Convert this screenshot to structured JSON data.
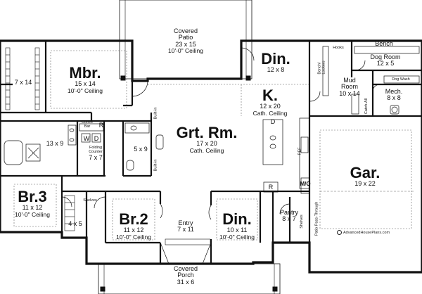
{
  "rooms": {
    "patio": {
      "name": "Covered\nPatio",
      "dims": "23 x 15",
      "ceiling": "10'-0\" Ceiling"
    },
    "mbr": {
      "name": "Mbr.",
      "dims": "15 x 14",
      "ceiling": "10'-0\" Ceiling"
    },
    "closet_mbr": {
      "dims": "7 x 14"
    },
    "din_top": {
      "name": "Din.",
      "dims": "12 x 8"
    },
    "kitchen": {
      "name": "K.",
      "dims": "12 x 20",
      "ceiling": "Cath. Ceiling"
    },
    "mud": {
      "name": "Mud\nRoom",
      "dims": "10 x 14"
    },
    "dog": {
      "name": "Dog Room",
      "dims": "12 x 5"
    },
    "mech": {
      "name": "Mech.",
      "dims": "8 x 8"
    },
    "grt": {
      "name": "Grt. Rm.",
      "dims": "17 x 20",
      "ceiling": "Cath. Ceiling"
    },
    "bath": {
      "dims": "13 x 9"
    },
    "folding": {
      "name": "Folding\nCounter",
      "dims": "7 x 7"
    },
    "wc": {
      "dims": "5 x 9"
    },
    "br3": {
      "name": "Br.3",
      "dims": "11 x 12",
      "ceiling": "10'-0\" Ceiling"
    },
    "closet_br3": {
      "dims": "4 x 5"
    },
    "br2": {
      "name": "Br.2",
      "dims": "11 x 12",
      "ceiling": "10'-0\" Ceiling"
    },
    "entry": {
      "name": "Entry",
      "dims": "7 x 11"
    },
    "din_front": {
      "name": "Din.",
      "dims": "10 x 11",
      "ceiling": "10'-0\" Ceiling"
    },
    "pantry": {
      "name": "Pantry",
      "dims": "8 x 7"
    },
    "gar": {
      "name": "Gar.",
      "dims": "19 x 22"
    },
    "porch": {
      "name": "Covered\nPorch",
      "dims": "31 x 6"
    }
  },
  "small_labels": {
    "coffee_bar": "Coffee\nBar",
    "r_bath": "R",
    "w": "W",
    "d_laundry": "D",
    "d_kitchen": "D",
    "r_kitchen": "R",
    "built_in_top": "Built-in",
    "built_in_bottom": "Built-in",
    "bench": "Bench",
    "hooks": "Hooks",
    "bench_lockers": "Bench/\nLockers",
    "dog_wash": "Dog Wash",
    "catch_all": "Catch-All",
    "shelves_br3": "Shelves",
    "shelves_pantry": "Shelves",
    "patio_pass": "Patio Pass-Through",
    "mo": "M/O",
    "fridge": "REF"
  },
  "credit": "AdvancedHousePlans.com"
}
